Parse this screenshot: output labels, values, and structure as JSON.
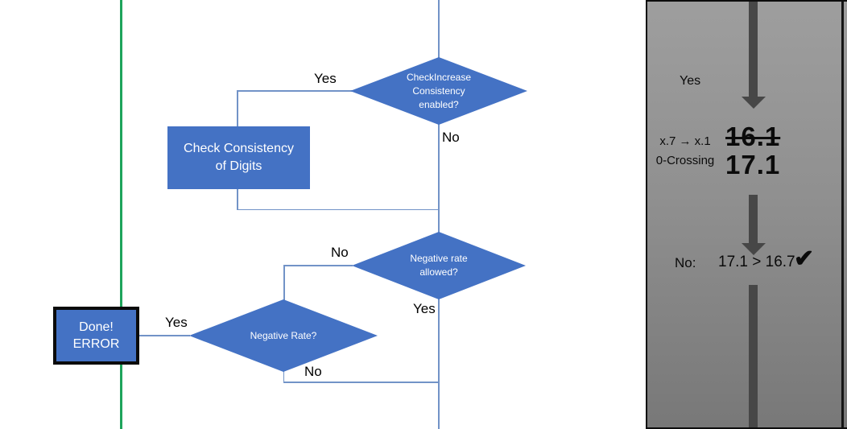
{
  "colors": {
    "shape_fill": "#4472C4",
    "connector_blue": "#7293c7",
    "green_line": "#1ea45c",
    "error_border": "#0b0b0b",
    "panel_gray_top": "#9e9e9e",
    "panel_gray_bottom": "#787878",
    "arrow_gray": "#474747",
    "shape_text": "#ffffff",
    "label_text": "#000000"
  },
  "flowchart": {
    "decision_check_increase": {
      "line1": "CheckIncrease",
      "line2": "Consistency",
      "line3": "enabled?"
    },
    "process_check_consistency": {
      "line1": "Check Consistency",
      "line2": "of Digits"
    },
    "decision_negative_rate_allowed": {
      "line1": "Negative rate",
      "line2": "allowed?"
    },
    "decision_negative_rate": {
      "line1": "Negative Rate?"
    },
    "terminal_done_error": {
      "line1": "Done!",
      "line2": "ERROR"
    },
    "labels": {
      "yes_top": "Yes",
      "no_top": "No",
      "no_mid": "No",
      "yes_mid": "Yes",
      "yes_done": "Yes",
      "no_bottom": "No"
    }
  },
  "side_panel": {
    "yes_label": "Yes",
    "mapping_line1": "x.7 → x.1",
    "mapping_line2": "0-Crossing",
    "old_value": "16.1",
    "new_value": "17.1",
    "result_label": "No:",
    "result_comparison": "17.1 > 16.7",
    "checkmark": "✔"
  }
}
